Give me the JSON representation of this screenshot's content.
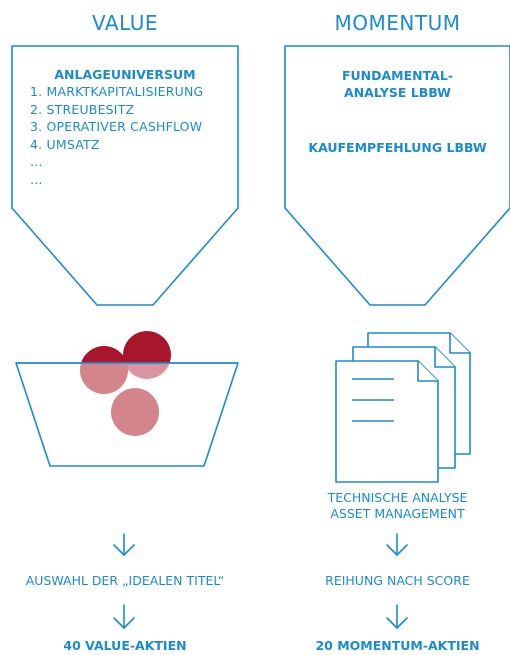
{
  "value": {
    "title": "VALUE",
    "universe_title": "ANLAGEUNIVERSUM",
    "criteria": [
      "1. MARKTKAPITALISIERUNG",
      "2. STREUBESITZ",
      "3. OPERATIVER CASHFLOW",
      "4. UMSATZ",
      "…",
      "…"
    ],
    "step1": "AUSWAHL DER „IDEALEN TITEL“",
    "result": "40 VALUE-AKTIEN"
  },
  "momentum": {
    "title": "MOMENTUM",
    "fundamental_line1": "FUNDAMENTAL-",
    "fundamental_line2": "ANALYSE LBBW",
    "recommendation": "KAUFEMPFEHLUNG LBBW",
    "technical_line1": "TECHNISCHE ANALYSE",
    "technical_line2": "ASSET MANAGEMENT",
    "step1": "REIHUNG NACH SCORE",
    "result": "20 MOMENTUM-AKTIEN"
  },
  "colors": {
    "blue": "#1a8bd0",
    "ball_dark": "#a8162c",
    "ball_light": "#d4858b"
  },
  "icons": [
    "funnel-shape",
    "bowl-shape",
    "ball-icon",
    "documents-icon",
    "arrow-down-icon"
  ]
}
